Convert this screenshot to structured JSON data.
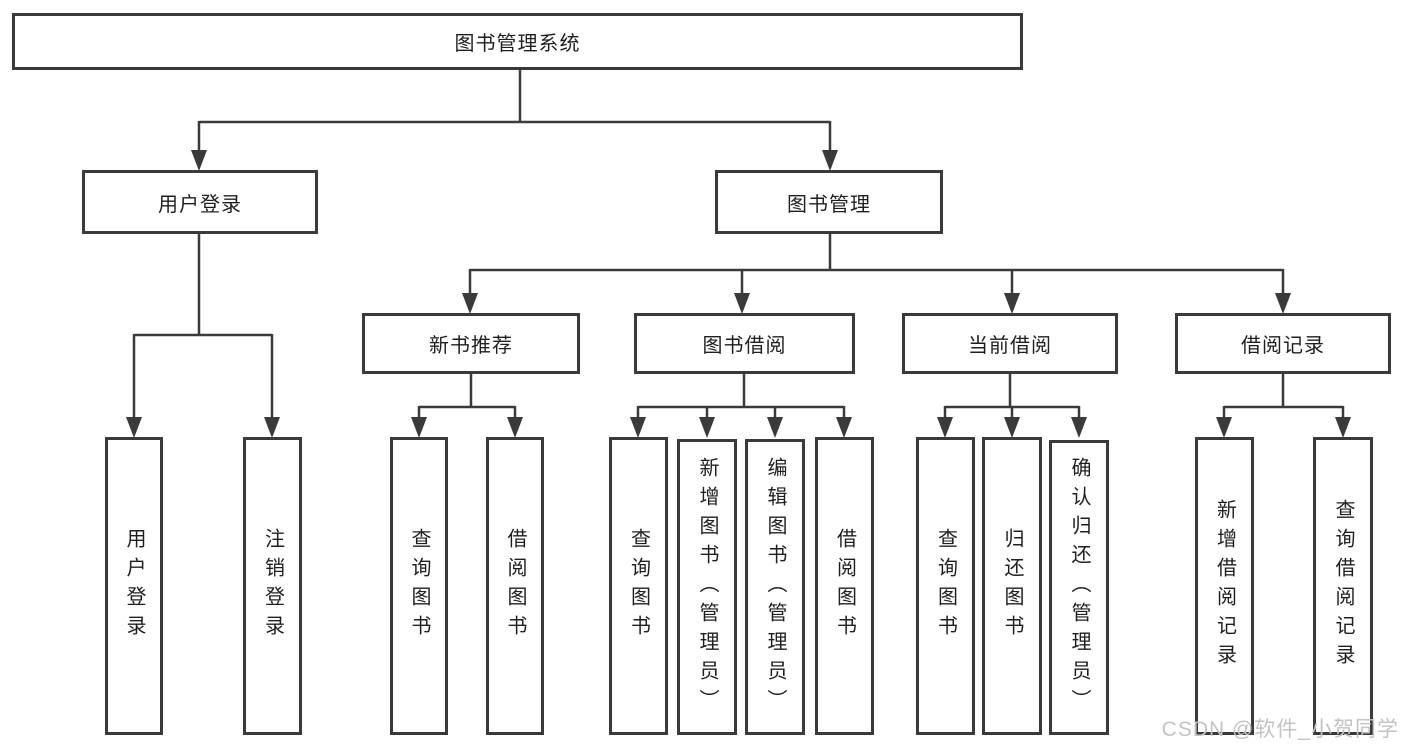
{
  "diagram": {
    "title": "图书管理系统",
    "type": "hierarchy-diagram",
    "colors": {
      "line": "#3a3a3a",
      "box_border": "#3a3a3a",
      "box_fill": "#ffffff",
      "text": "#1f1f1f",
      "watermark": "#c3c3c3"
    },
    "tree": {
      "label": "图书管理系统",
      "children": [
        {
          "label": "用户登录",
          "children": [
            {
              "label": "用户登录"
            },
            {
              "label": "注销登录"
            }
          ]
        },
        {
          "label": "图书管理",
          "children": [
            {
              "label": "新书推荐",
              "children": [
                {
                  "label": "查询图书"
                },
                {
                  "label": "借阅图书"
                }
              ]
            },
            {
              "label": "图书借阅",
              "children": [
                {
                  "label": "查询图书"
                },
                {
                  "label": "新增图书（管理员）"
                },
                {
                  "label": "编辑图书（管理员）"
                },
                {
                  "label": "借阅图书"
                }
              ]
            },
            {
              "label": "当前借阅",
              "children": [
                {
                  "label": "查询图书"
                },
                {
                  "label": "归还图书"
                },
                {
                  "label": "确认归还（管理员）"
                }
              ]
            },
            {
              "label": "借阅记录",
              "children": [
                {
                  "label": "新增借阅记录"
                },
                {
                  "label": "查询借阅记录"
                }
              ]
            }
          ]
        }
      ]
    },
    "watermark": "CSDN @软件_小贺同学"
  }
}
